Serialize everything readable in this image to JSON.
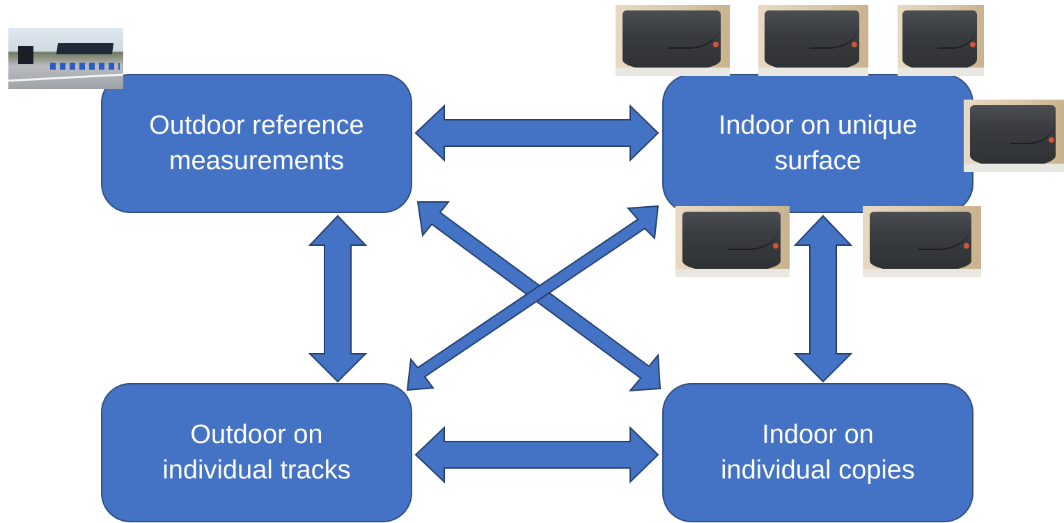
{
  "boxes": {
    "outdoor_reference": "Outdoor reference\nmeasurements",
    "indoor_unique": "Indoor on unique\nsurface",
    "outdoor_tracks": "Outdoor on\nindividual tracks",
    "indoor_copies": "Indoor on\nindividual copies"
  },
  "colors": {
    "box_fill": "#4472c4",
    "box_border": "#2f4f80",
    "arrow_fill": "#4472c4",
    "arrow_border": "#24406f",
    "label_text": "#ffffff"
  },
  "photos": {
    "outdoor_site": "outdoor test track with tent",
    "indoor_wheel": "indoor test drum wheel"
  }
}
